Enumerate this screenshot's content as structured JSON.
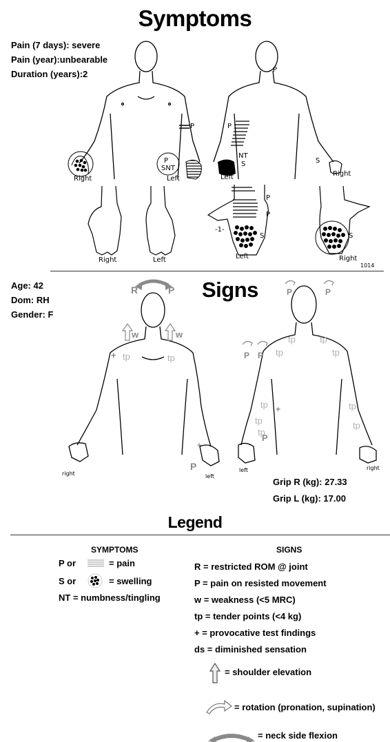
{
  "header": {
    "title": "Symptoms"
  },
  "symptom_info": {
    "pain_7_days": "Pain (7 days): severe",
    "pain_year": "Pain (year):unbearable",
    "duration": "Duration (years):2"
  },
  "symptom_figures": {
    "front_right_label": "Right",
    "front_left_label": "Left",
    "back_left_label": "Left",
    "back_right_label": "Right",
    "palm_right_label": "Right",
    "palm_left_label": "Left",
    "dorsal_left_label": "Left",
    "dorsal_right_label": "Right",
    "figure_number": "1014",
    "marker_p": "P",
    "marker_s": "S",
    "marker_nt": "NT",
    "marker_snt": "SNT",
    "marker_minus1": "-1-"
  },
  "signs_title": "Signs",
  "sign_info": {
    "age": "Age: 42",
    "dom": "Dom: RH",
    "gender": "Gender: F"
  },
  "sign_figures": {
    "front_right_label": "right",
    "front_left_label": "left",
    "back_left_label": "left",
    "back_right_label": "right",
    "r": "R",
    "p": "P",
    "w": "w",
    "tp": "tp",
    "plus": "+"
  },
  "grip": {
    "right": "Grip R (kg): 27.33",
    "left": "Grip L (kg): 17.00"
  },
  "legend": {
    "title": "Legend",
    "symptoms_header": "SYMPTOMS",
    "signs_header": "SIGNS",
    "symptoms": {
      "pain_prefix": "P or",
      "pain_suffix": "= pain",
      "swelling_prefix": "S or",
      "swelling_suffix": "= swelling",
      "numbness": "NT = numbness/tingling"
    },
    "signs": [
      "R = restricted ROM @ joint",
      "P = pain on resisted movement",
      "w = weakness (<5 MRC)",
      "tp = tender points (<4 kg)",
      "+ = provocative test findings",
      "ds = diminished sensation"
    ],
    "shoulder_elevation": "= shoulder elevation",
    "rotation": "= rotation (pronation, supination)",
    "neck_flexion": "= neck side flexion"
  },
  "colors": {
    "ink": "#000000",
    "sign_gray": "#8a8a8a",
    "light_gray": "#b0b0b0"
  }
}
